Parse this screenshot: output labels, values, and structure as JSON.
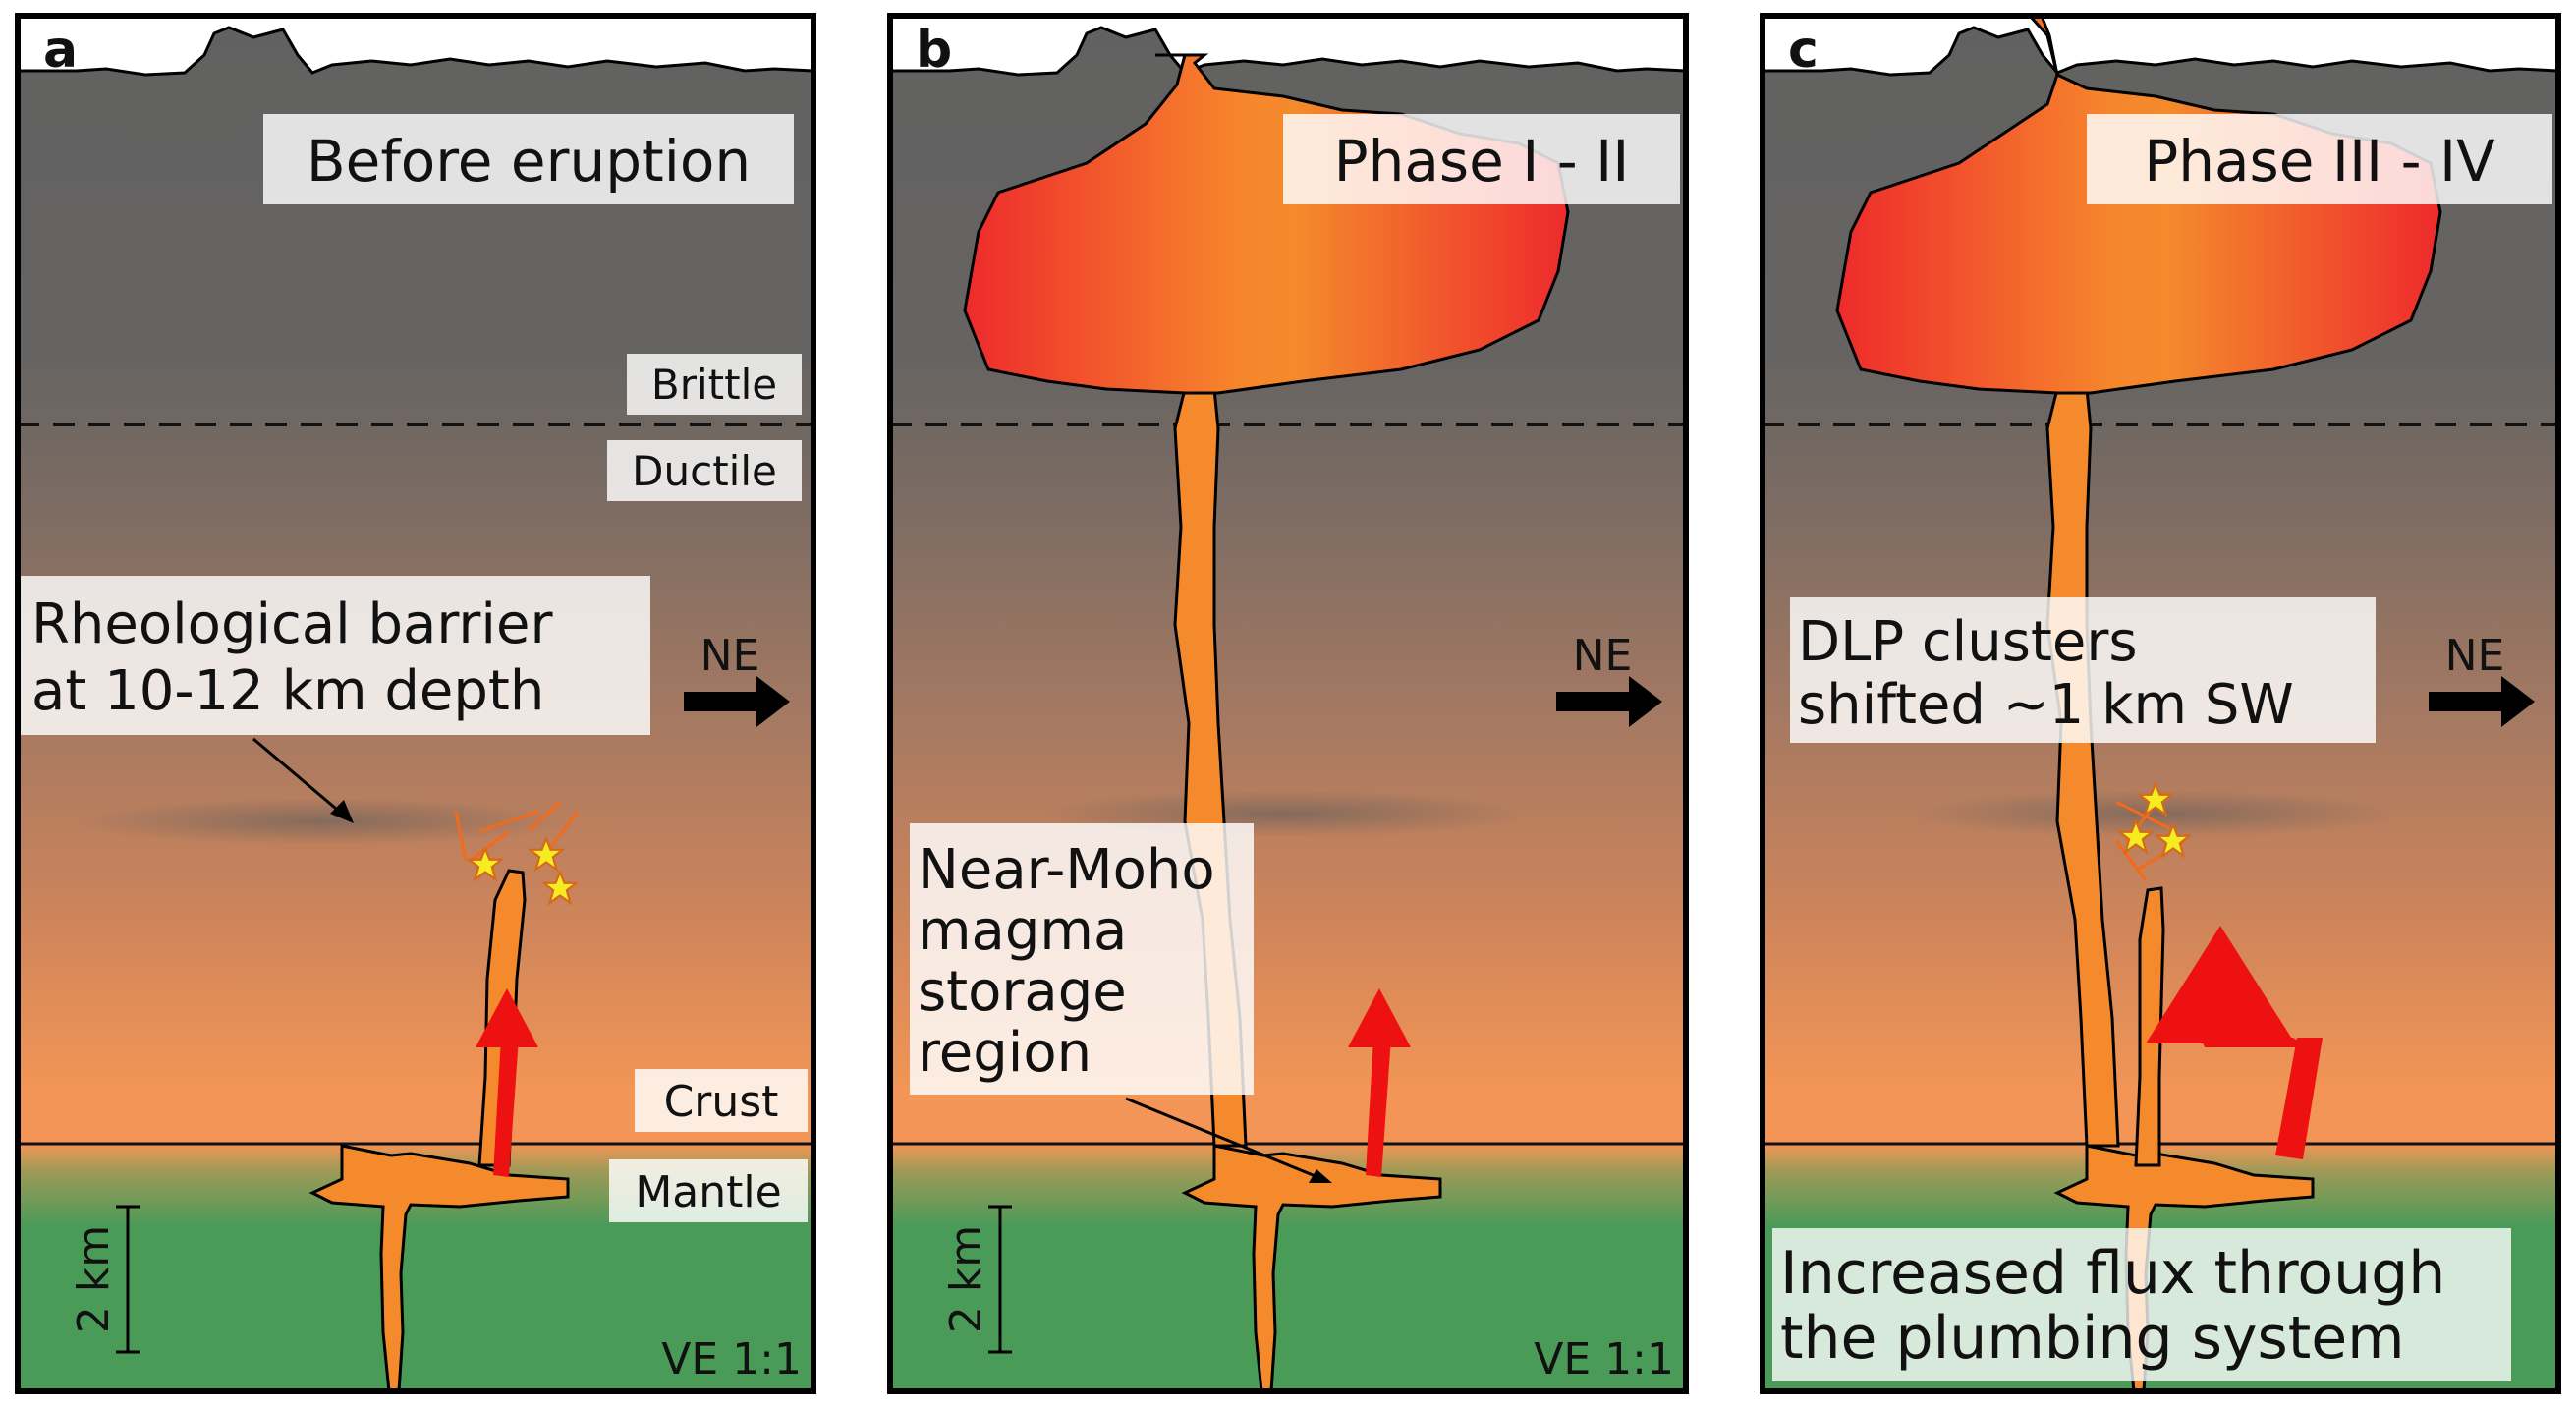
{
  "panels": [
    {
      "letter": "a",
      "title": "Before eruption",
      "layer_labels": {
        "brittle": "Brittle",
        "ductile": "Ductile",
        "crust": "Crust",
        "mantle": "Mantle"
      },
      "annotation": [
        "Rheological barrier",
        "at 10-12 km depth"
      ],
      "direction": "NE",
      "scale_label": "2 km",
      "ve_label": "VE 1:1"
    },
    {
      "letter": "b",
      "title": "Phase I - II",
      "direction": "NE",
      "annotation": [
        "Near-Moho",
        "magma",
        "storage",
        "region"
      ],
      "scale_label": "2 km",
      "ve_label": "VE 1:1"
    },
    {
      "letter": "c",
      "title": "Phase III - IV",
      "direction": "NE",
      "annotation": [
        "DLP clusters",
        "shifted ~1 km SW"
      ],
      "bottom_note": [
        "Increased flux through",
        "the plumbing system"
      ]
    }
  ],
  "colors": {
    "upper_crust": "#636363",
    "middle_crust": "#8f7262",
    "lower_crust": "#f29556",
    "mantle": "#4a9a58",
    "magma_light": "#f48a2c",
    "magma_dark": "#ee2a2c",
    "arrow_red": "#ee1111",
    "star_yellow": "#f6ec22"
  }
}
